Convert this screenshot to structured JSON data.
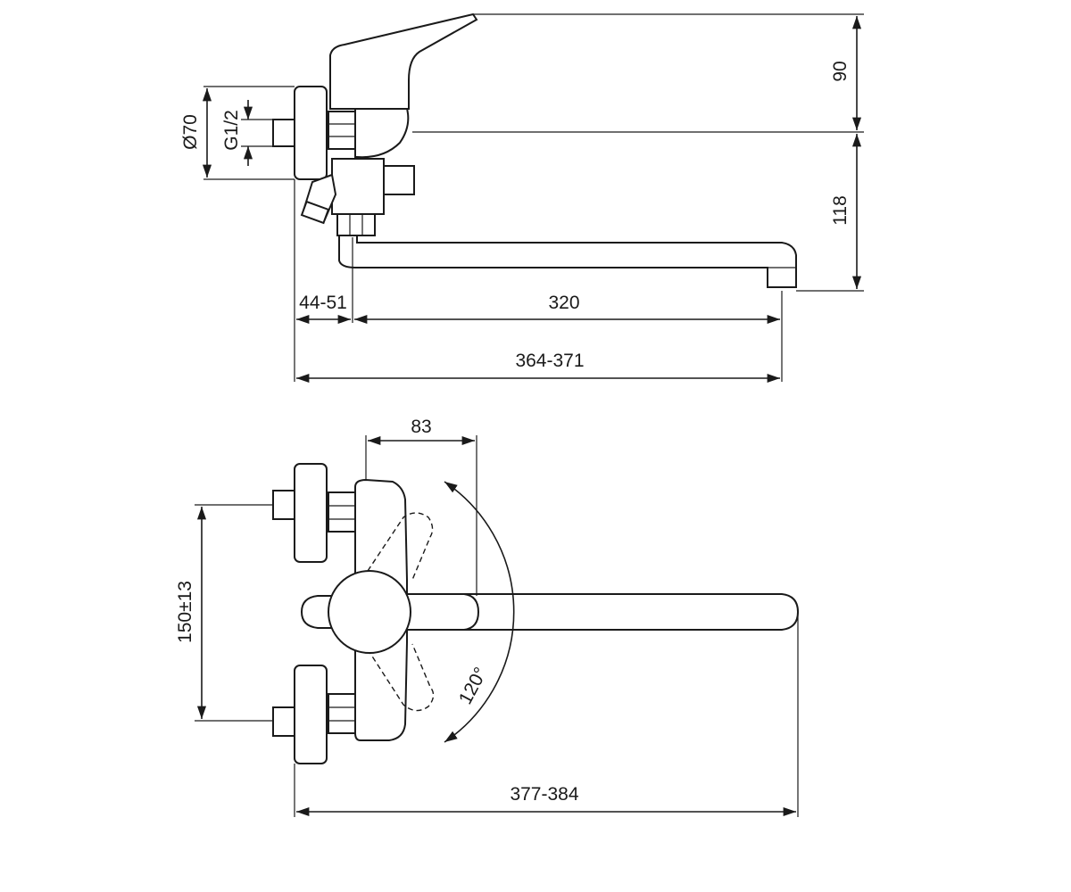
{
  "dimensions": {
    "side_view": {
      "handle_height": "90",
      "outlet_height": "118",
      "body_diameter": "Ø70",
      "connection_thread": "G1/2",
      "wall_offset": "44-51",
      "spout_reach": "320",
      "overall_length": "364-371"
    },
    "top_view": {
      "lever_length": "83",
      "inlet_spacing": "150±13",
      "swivel_angle": "120°",
      "overall_length": "377-384"
    }
  },
  "colors": {
    "line": "#1a1a1a",
    "background": "#ffffff"
  }
}
